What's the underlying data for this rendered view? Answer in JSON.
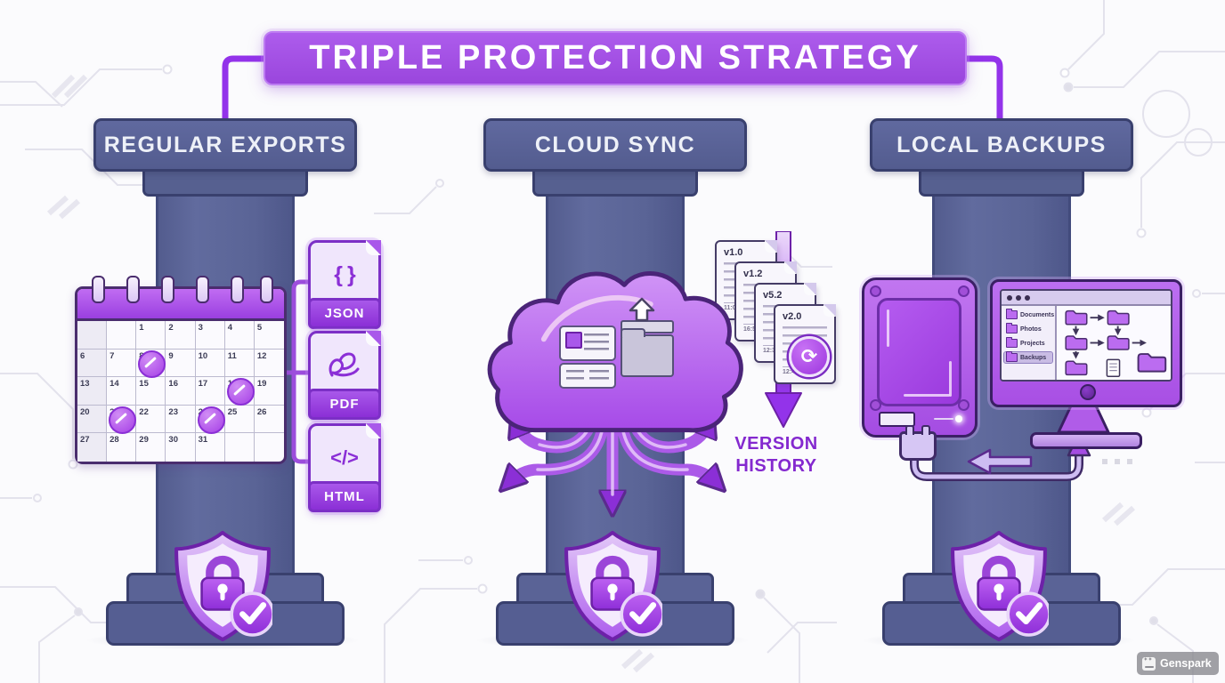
{
  "title": "TRIPLE PROTECTION STRATEGY",
  "pillars": {
    "exports": {
      "label": "REGULAR EXPORTS"
    },
    "cloud_sync": {
      "label": "CLOUD SYNC"
    },
    "local_backups": {
      "label": "LOCAL BACKUPS"
    }
  },
  "calendar": {
    "days": [
      "",
      "",
      "1",
      "2",
      "3",
      "4",
      "5",
      "6",
      "7",
      "8",
      "9",
      "10",
      "11",
      "12",
      "13",
      "14",
      "15",
      "16",
      "17",
      "18",
      "19",
      "20",
      "21",
      "22",
      "23",
      "24",
      "25",
      "26",
      "27",
      "28",
      "29",
      "30",
      "31",
      "",
      ""
    ],
    "marked_days": [
      "8",
      "18",
      "21",
      "24"
    ]
  },
  "export_formats": {
    "json_label": "JSON",
    "json_glyph": "{ }",
    "pdf_label": "PDF",
    "html_label": "HTML",
    "html_glyph": "</>"
  },
  "version_history": {
    "caption_line1": "VERSION",
    "caption_line2": "HISTORY",
    "docs": [
      {
        "version": "v1.0",
        "time": "11:0"
      },
      {
        "version": "v1.2",
        "time": "16:5"
      },
      {
        "version": "v5.2",
        "time": "12:3"
      },
      {
        "version": "v2.0",
        "time": "12:4"
      }
    ]
  },
  "file_browser": {
    "items": [
      "Documents",
      "Photos",
      "Projects",
      "Backups"
    ],
    "selected": "Backups"
  },
  "watermark": {
    "label": "Genspark"
  },
  "colors": {
    "banner_purple": "#9a46dd",
    "pillar_slate": "#5a6396",
    "accent_purple": "#9333ea"
  }
}
